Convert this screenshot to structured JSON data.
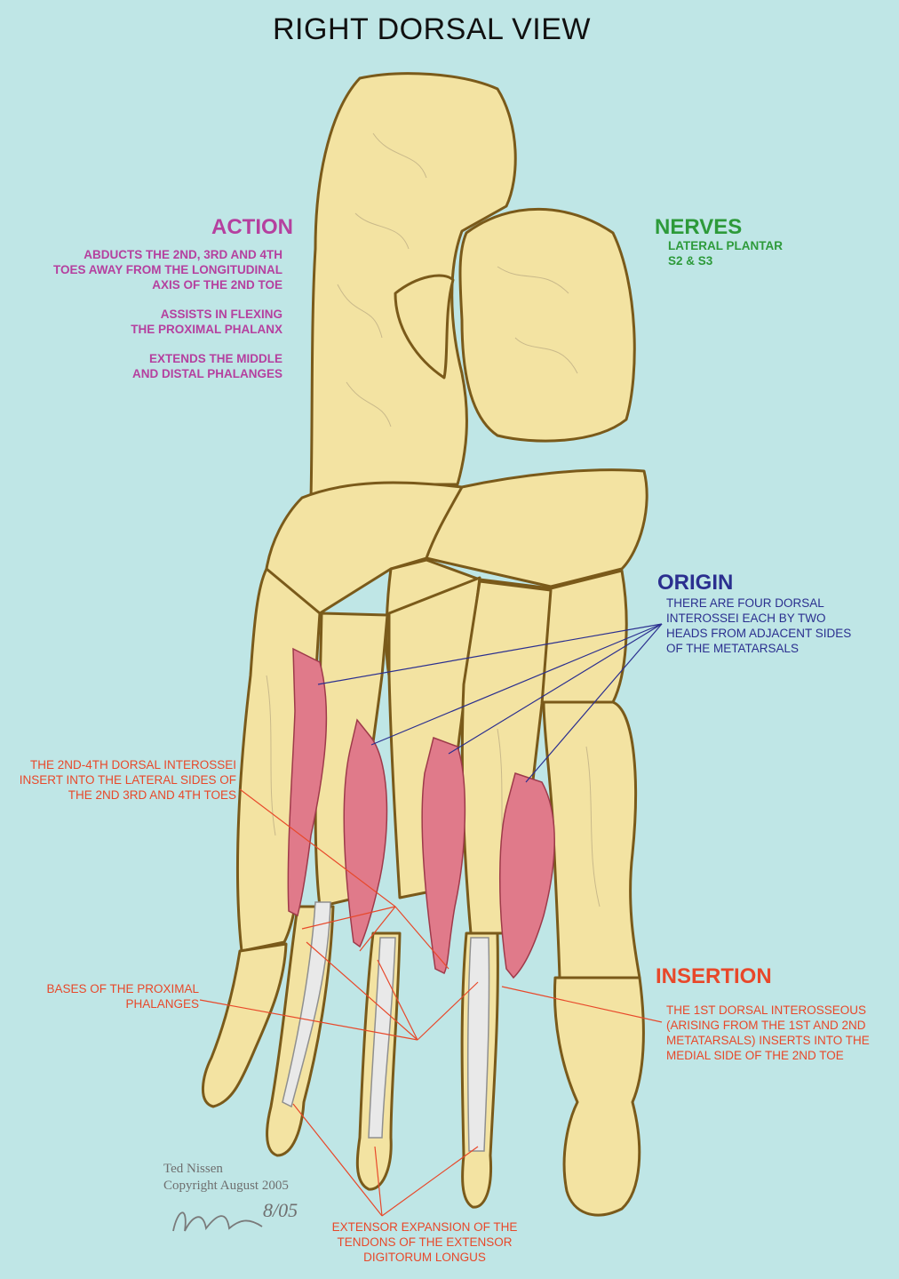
{
  "title": "RIGHT DORSAL VIEW",
  "action": {
    "heading": "ACTION",
    "paragraphs": [
      "ABDUCTS THE 2ND, 3RD AND 4TH\nTOES AWAY FROM THE LONGITUDINAL\nAXIS OF THE 2ND TOE",
      "ASSISTS IN FLEXING\nTHE PROXIMAL PHALANX",
      "EXTENDS THE MIDDLE\nAND DISTAL PHALANGES"
    ]
  },
  "nerves": {
    "heading": "NERVES",
    "text": "LATERAL PLANTAR\nS2 & S3"
  },
  "origin": {
    "heading": "ORIGIN",
    "text": "THERE ARE FOUR DORSAL\nINTEROSSEI EACH BY TWO\nHEADS FROM ADJACENT SIDES\nOF THE METATARSALS"
  },
  "insertion": {
    "heading": "INSERTION",
    "text": "THE 1ST DORSAL INTEROSSEOUS\n(ARISING FROM THE 1ST AND 2ND\nMETATARSALS) INSERTS INTO THE\nMEDIAL SIDE OF THE 2ND TOE"
  },
  "labels": {
    "lateral_insert": "THE 2ND-4TH DORSAL INTEROSSEI\nINSERT INTO THE LATERAL SIDES OF\nTHE 2ND 3RD AND 4TH TOES",
    "proximal_bases": "BASES OF THE PROXIMAL\nPHALANGES",
    "extensor": "EXTENSOR EXPANSION OF THE\nTENDONS OF THE EXTENSOR\nDIGITORUM LONGUS"
  },
  "credit": {
    "text": "Ted Nissen\nCopyright August 2005",
    "signature": "8/05"
  },
  "colors": {
    "background": "#bfe6e6",
    "bone": "#f3e3a2",
    "bone_outline": "#7a5a1a",
    "muscle": "#e07a8a",
    "tendon": "#e6e6e6",
    "action": "#b5409f",
    "nerves": "#2d9a3a",
    "origin": "#2b2f8f",
    "insertion": "#e8482a"
  }
}
